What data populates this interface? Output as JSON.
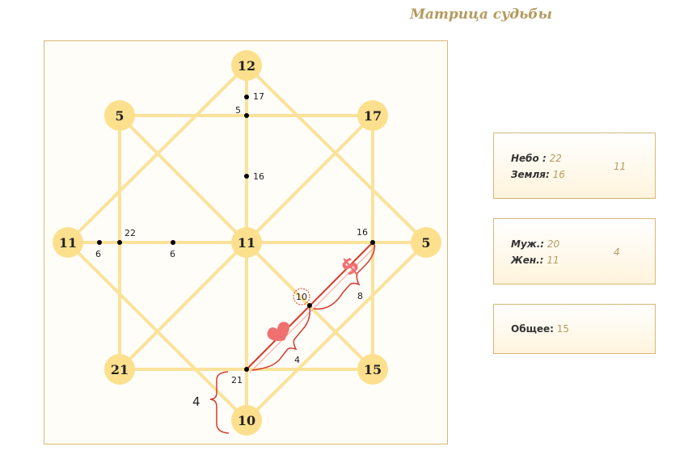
{
  "title": "Матрица судьбы",
  "matrix": {
    "nodes": {
      "top": "12",
      "top_left": "5",
      "top_right": "17",
      "left": "11",
      "center": "11",
      "right": "5",
      "bottom_left": "21",
      "bottom_right": "15",
      "bottom": "10"
    },
    "points": {
      "vert_17": "17",
      "vert_5": "5",
      "vert_16": "16",
      "horiz_22": "22",
      "horiz_6a": "6",
      "horiz_6b": "6",
      "diag_16": "16",
      "diag_10": "10",
      "diag_21": "21"
    },
    "brace_labels": {
      "money": "8",
      "love": "4",
      "bottom": "4"
    }
  },
  "panels": {
    "sky": {
      "label": "Небо :",
      "value": "22"
    },
    "earth": {
      "label": "Земля:",
      "value": "16"
    },
    "sky_earth_sum": "11",
    "male": {
      "label": "Муж.:",
      "value": "20"
    },
    "female": {
      "label": "Жен.:",
      "value": "11"
    },
    "gender_sum": "4",
    "total": {
      "label": "Общее:",
      "value": "15"
    }
  },
  "colors": {
    "line": "#fbe29a",
    "node_fill": "#fde08e",
    "accent_red": "#d33a2c",
    "heart": "#f07070",
    "gold_text": "#b59a5e"
  }
}
